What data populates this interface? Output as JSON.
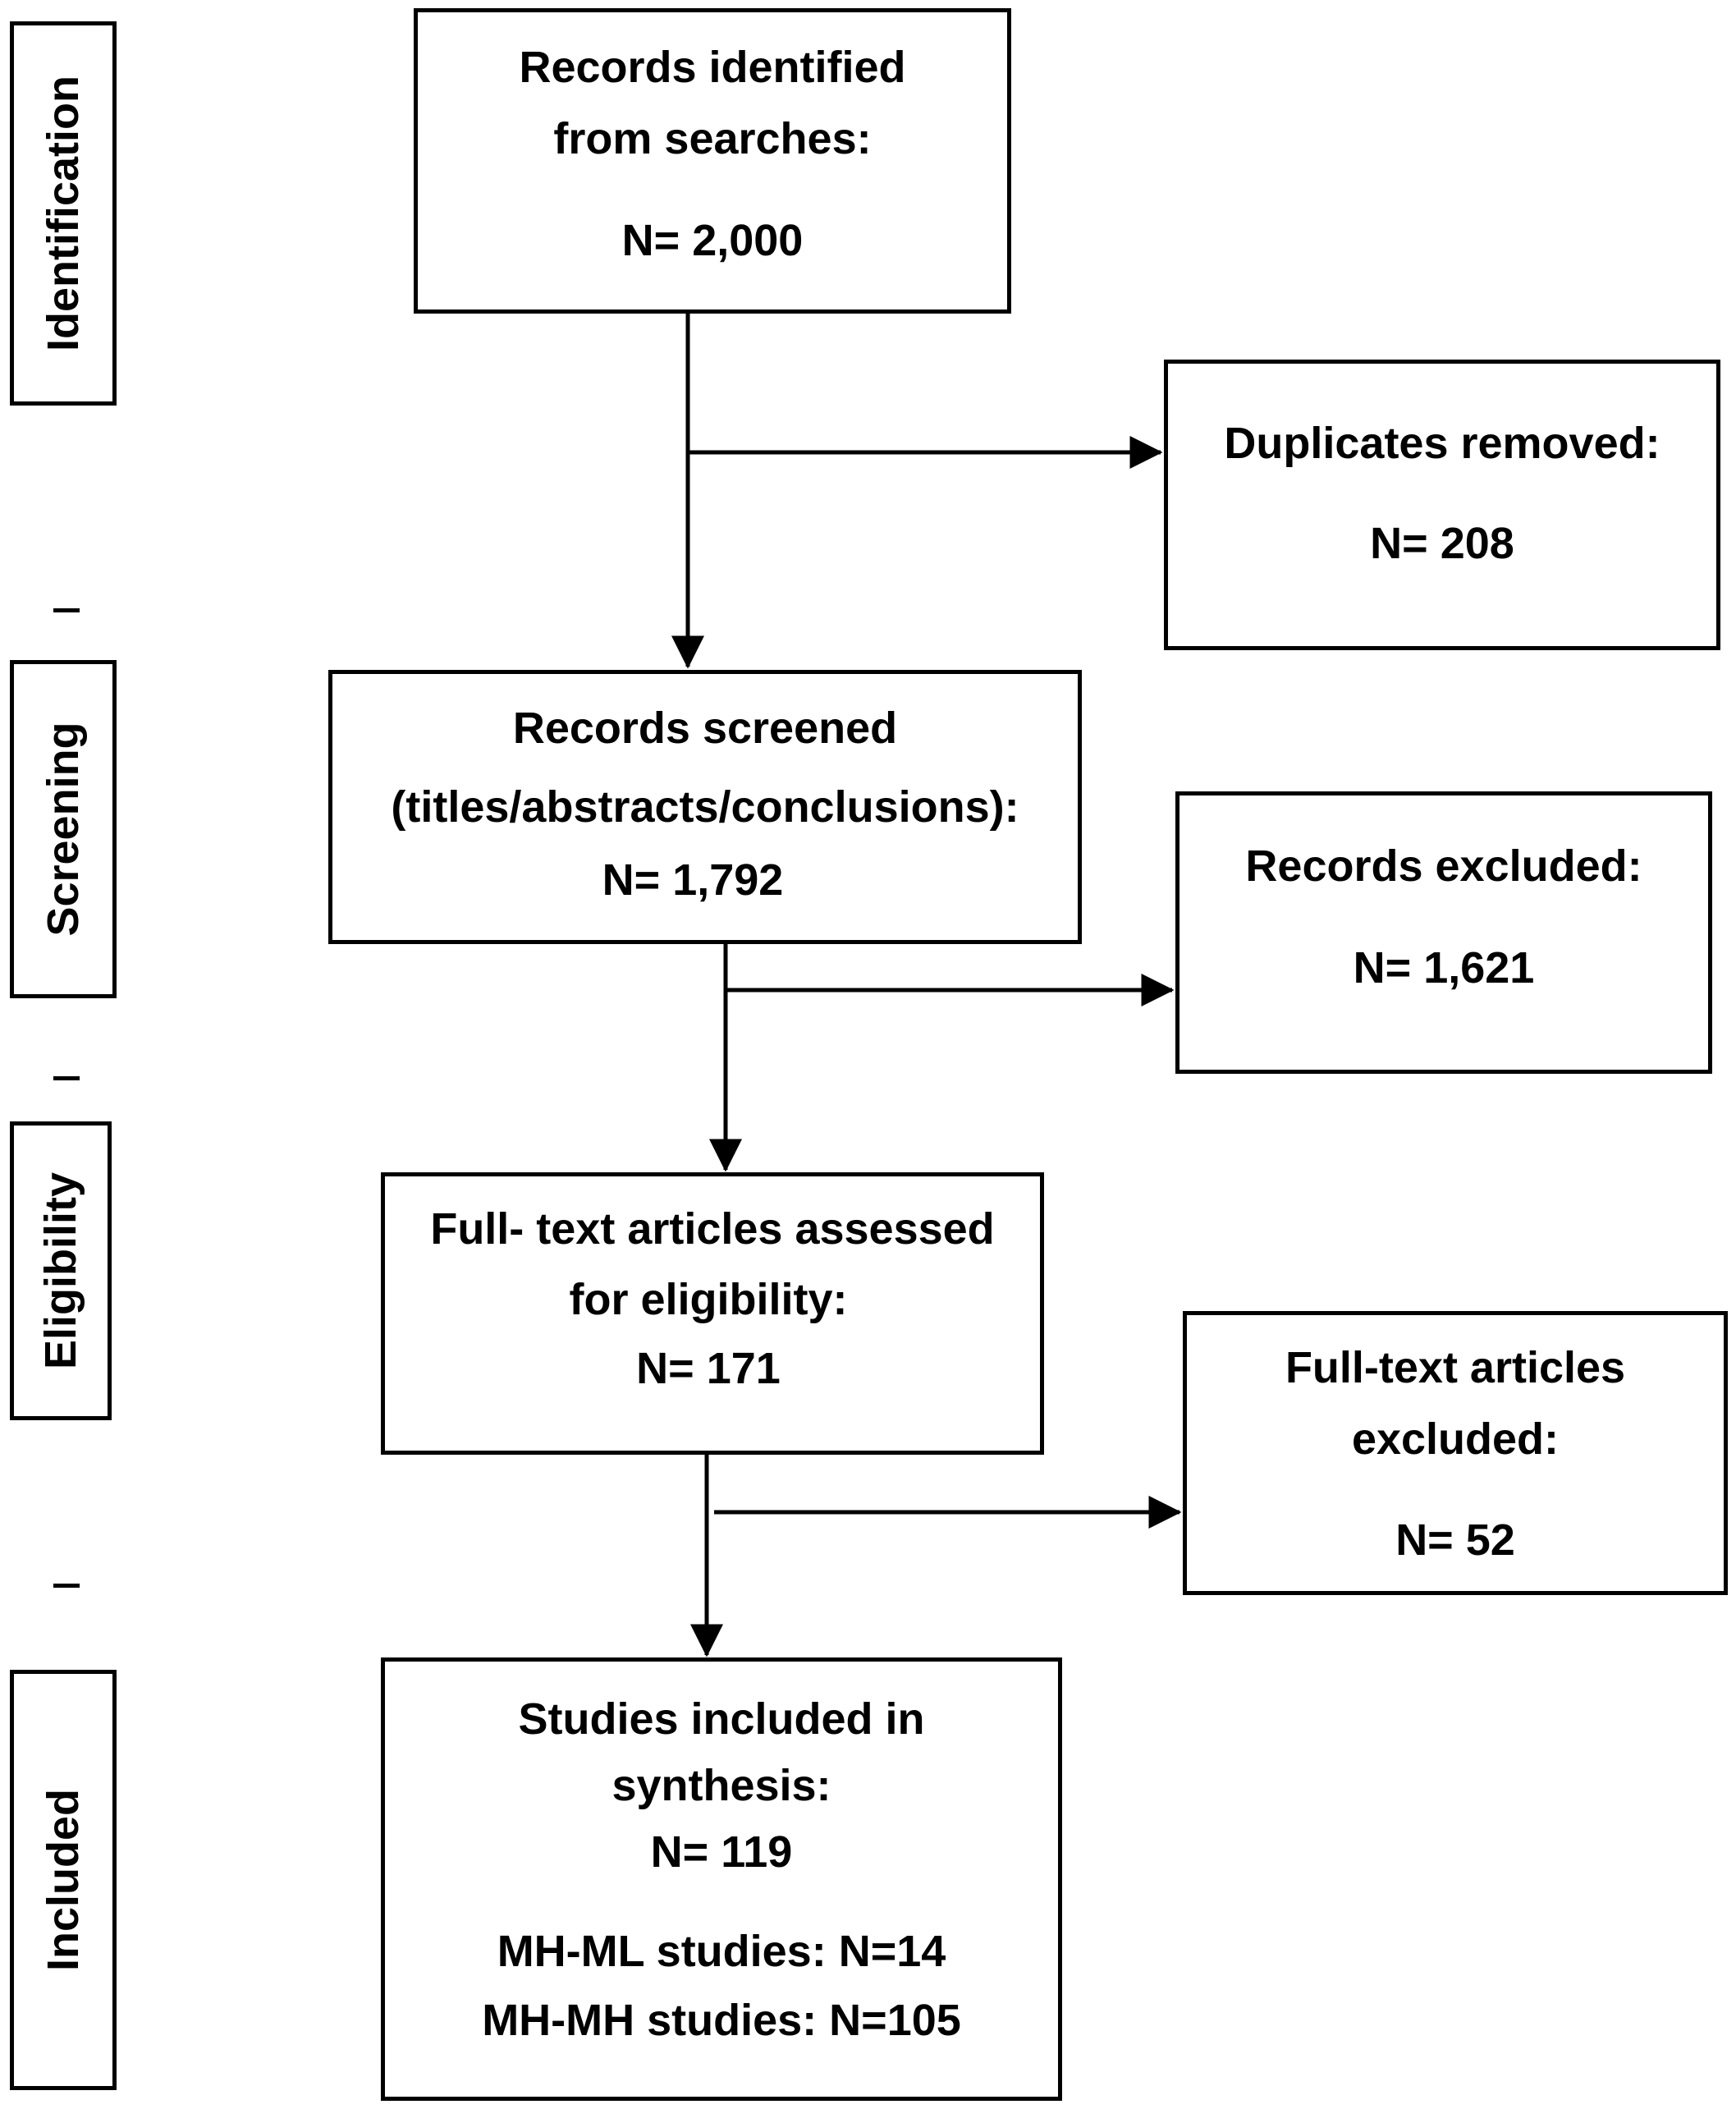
{
  "stages": {
    "identification": "Identification",
    "screening": "Screening",
    "eligibility": "Eligibility",
    "included": "Included"
  },
  "boxes": {
    "identified": {
      "line1": "Records identified",
      "line2": "from searches:",
      "count": "N= 2,000"
    },
    "duplicates": {
      "line1": "Duplicates removed:",
      "count": "N= 208"
    },
    "screened": {
      "line1": "Records screened",
      "line2": "(titles/abstracts/conclusions):",
      "count": "N= 1,792"
    },
    "records_excluded": {
      "line1": "Records excluded:",
      "count": "N= 1,621"
    },
    "fulltext_assessed": {
      "line1": "Full- text articles assessed",
      "line2": "for eligibility:",
      "count": "N= 171"
    },
    "fulltext_excluded": {
      "line1": "Full-text articles",
      "line2": "excluded:",
      "count": "N= 52"
    },
    "included": {
      "line1": "Studies included in",
      "line2": "synthesis:",
      "count": "N= 119",
      "sub1": "MH-ML studies: N=14",
      "sub2": "MH-MH studies: N=105"
    }
  },
  "colors": {
    "stroke": "#000000",
    "background": "#ffffff"
  }
}
